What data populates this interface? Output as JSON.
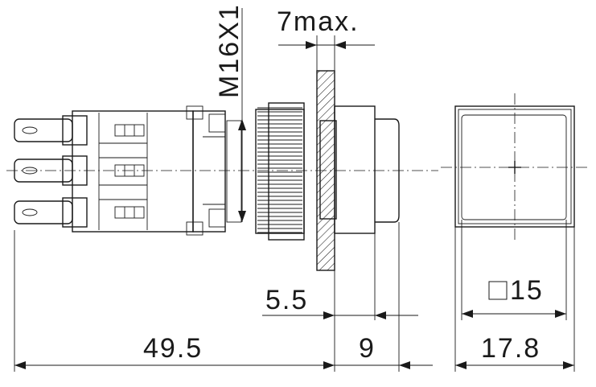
{
  "labels": {
    "thread": "M16X1",
    "panel_max": "7max.",
    "dim_5_5": "5.5",
    "dim_49_5": "49.5",
    "dim_9": "9",
    "square_15": "15",
    "dim_17_8": "17.8"
  }
}
